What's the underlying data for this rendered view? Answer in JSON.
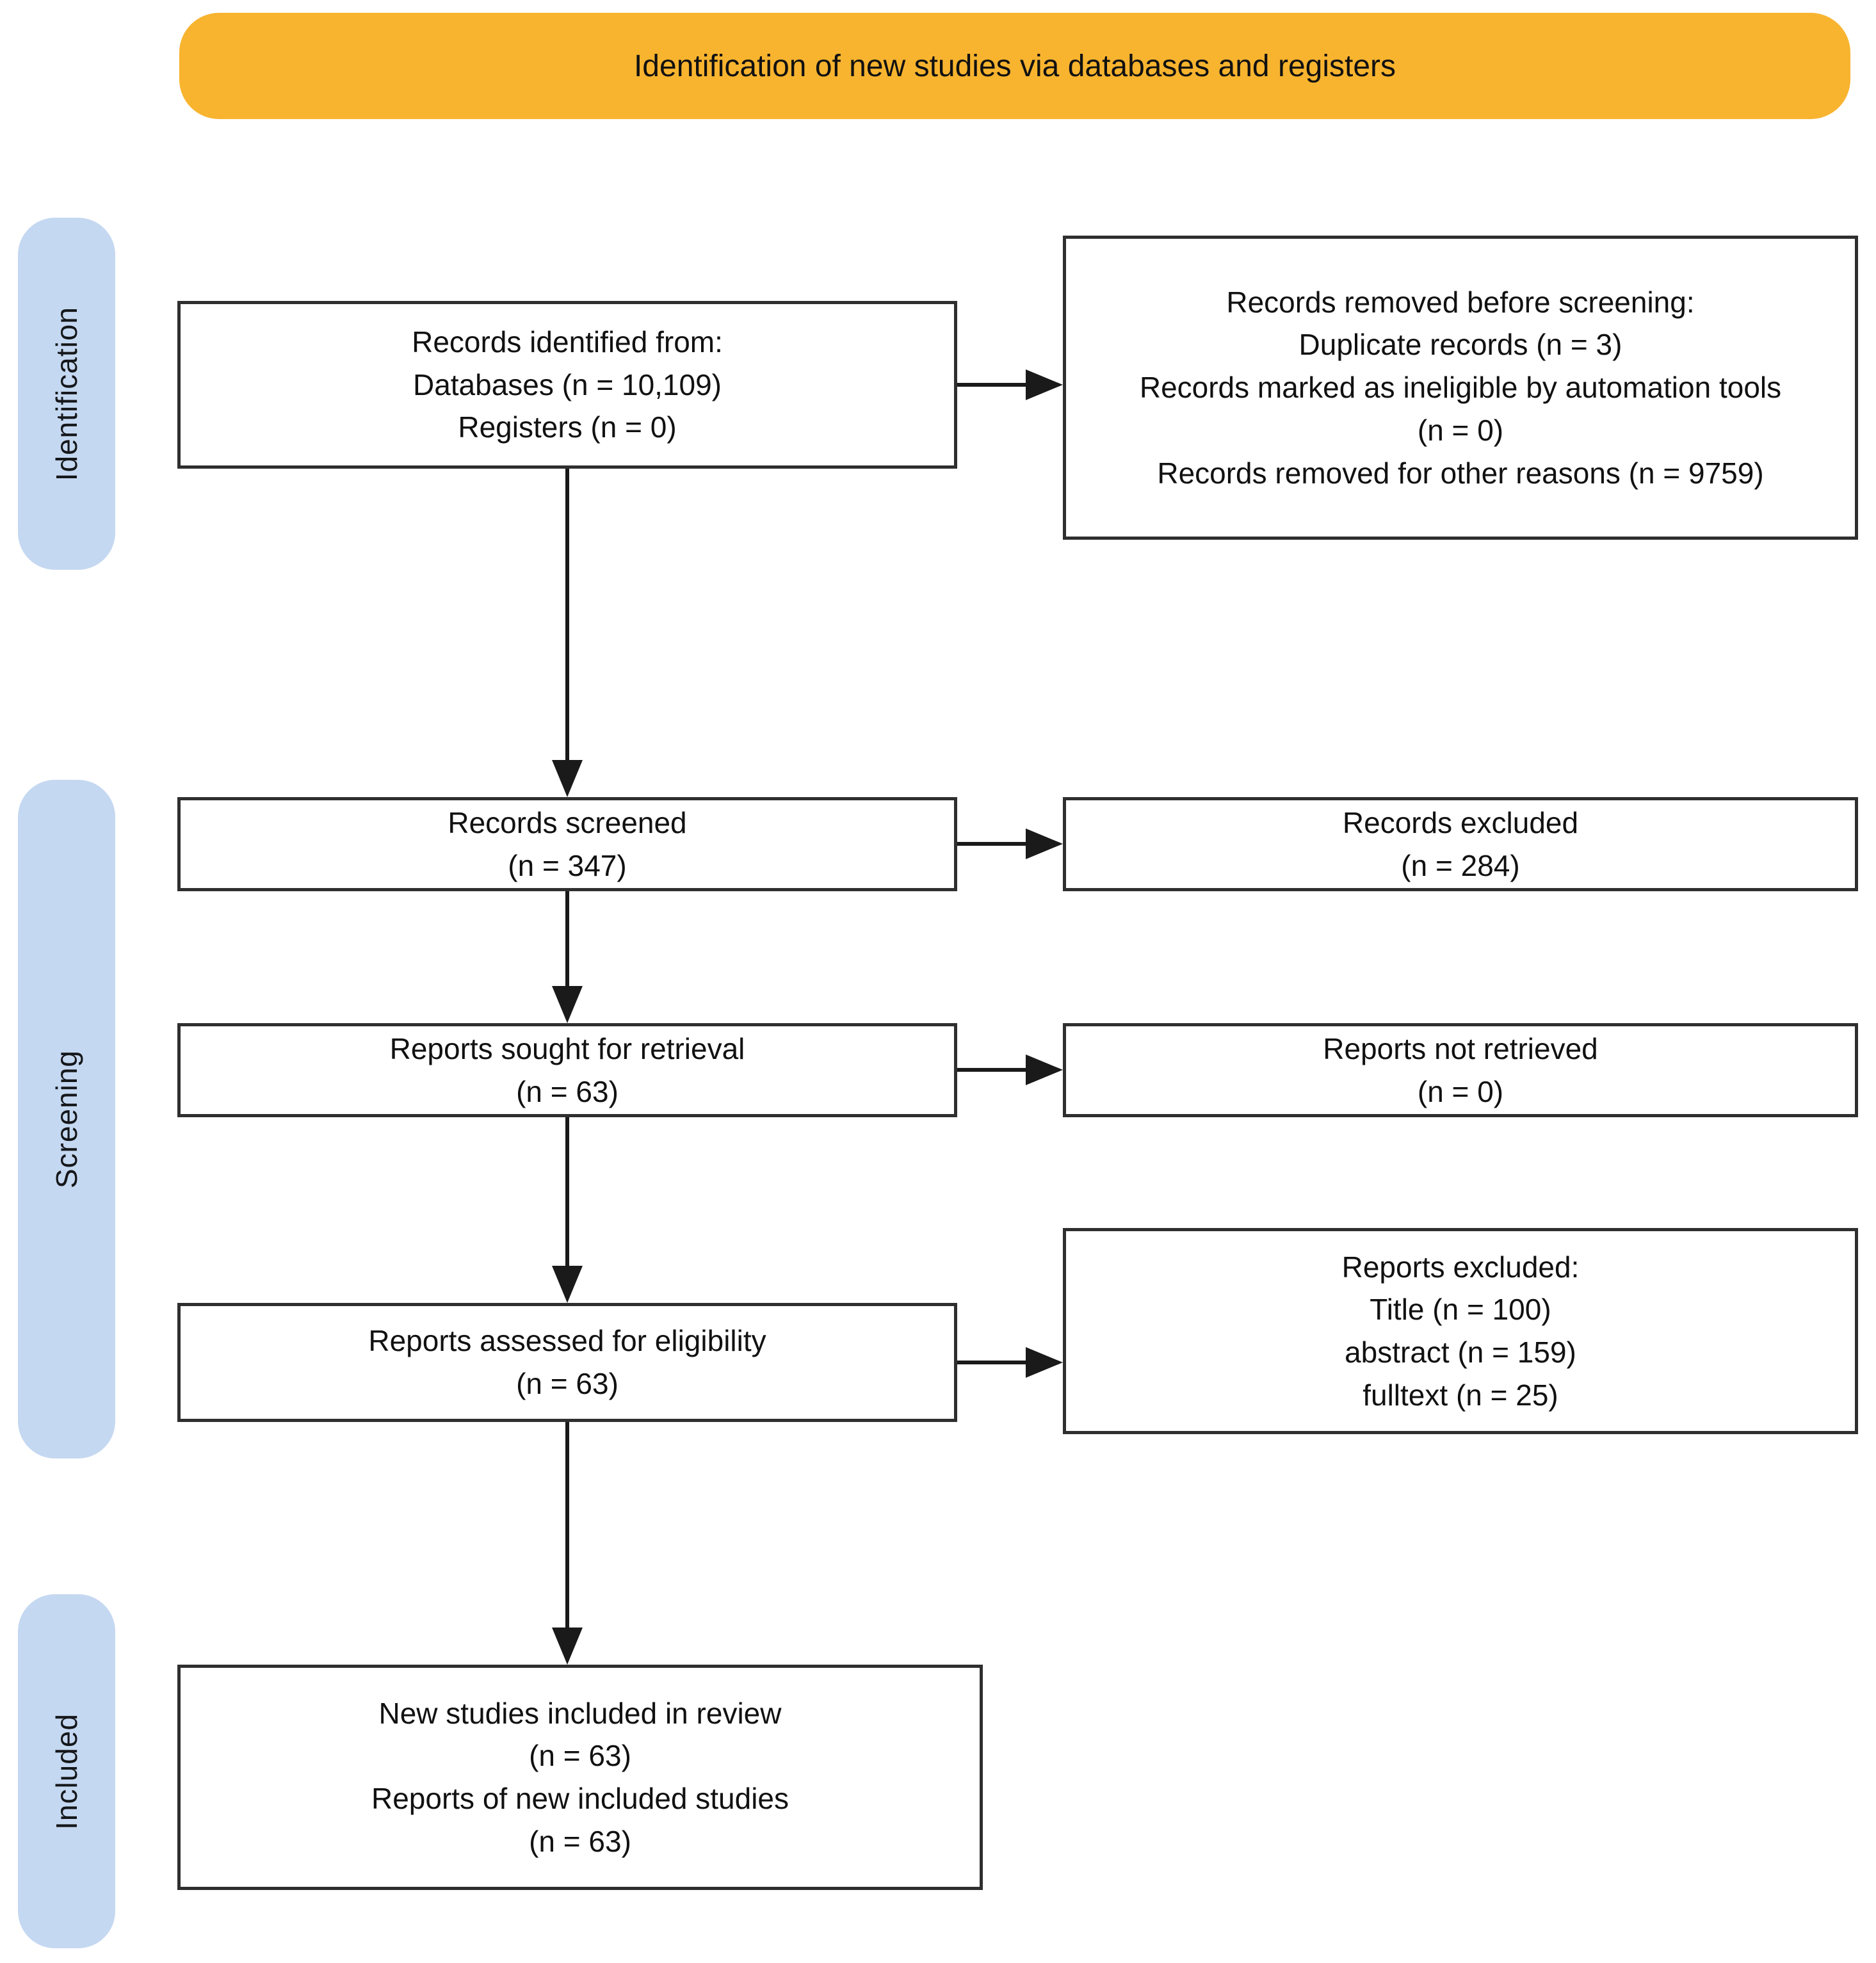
{
  "title": "Identification of new studies via databases and registers",
  "colors": {
    "banner_bg": "#F8B42F",
    "stage_bg": "#C5D8F1",
    "box_border": "#2F2F2F",
    "arrow": "#1A1A1A"
  },
  "stages": [
    {
      "label": "Identification"
    },
    {
      "label": "Screening"
    },
    {
      "label": "Included"
    }
  ],
  "boxes": {
    "records_identified": {
      "text": "Records identified from:\nDatabases (n = 10,109)\nRegisters (n = 0)"
    },
    "records_removed": {
      "text": "Records removed before screening:\nDuplicate records (n = 3)\nRecords marked as ineligible by automation tools (n = 0)\nRecords removed for other reasons (n = 9759)"
    },
    "records_screened": {
      "text": "Records screened\n(n = 347)"
    },
    "records_excluded": {
      "text": "Records excluded\n(n = 284)"
    },
    "reports_sought": {
      "text": "Reports sought for retrieval\n(n = 63)"
    },
    "reports_not_retrieved": {
      "text": "Reports not retrieved\n(n = 0)"
    },
    "reports_assessed": {
      "text": "Reports assessed for eligibility\n(n = 63)"
    },
    "reports_excluded": {
      "text": "Reports excluded:\nTitle (n = 100)\nabstract (n = 159)\nfulltext (n = 25)"
    },
    "new_studies": {
      "text": "New studies included in review\n(n = 63)\nReports of new included studies\n(n = 63)"
    }
  }
}
